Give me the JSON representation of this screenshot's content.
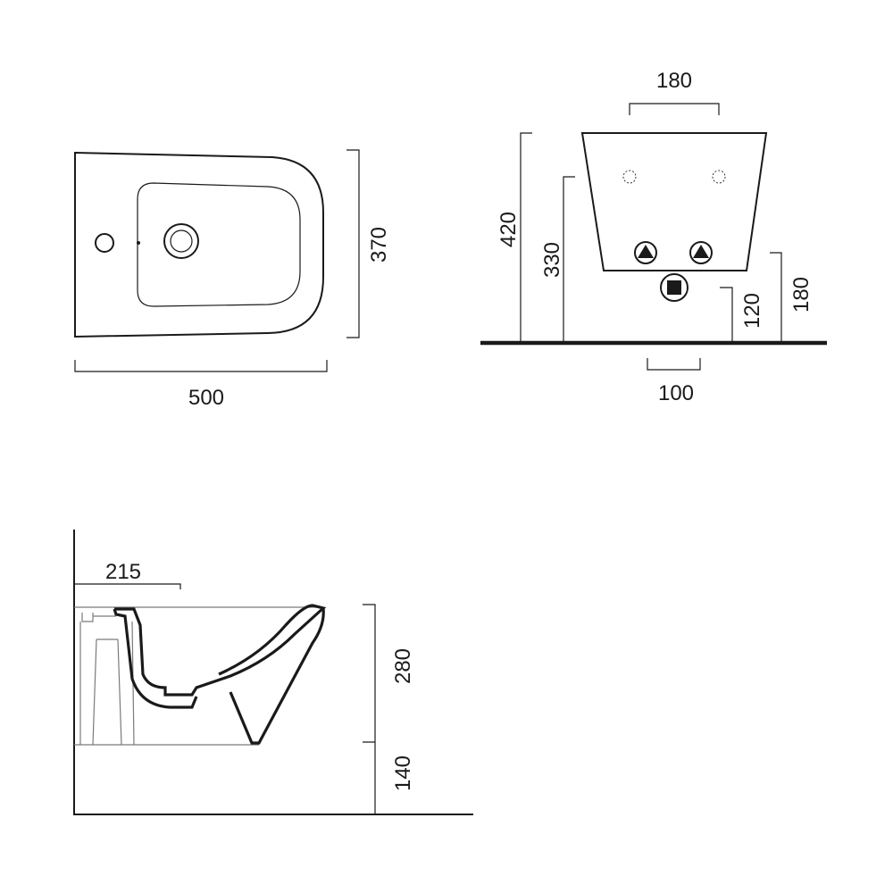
{
  "top_view": {
    "length_label": "500",
    "width_label": "370"
  },
  "rear_view": {
    "hole_spacing_label": "180",
    "total_height_label": "420",
    "fixing_height_label": "330",
    "waste_offset_label": "180",
    "waste_height_label": "120",
    "waste_width_label": "100"
  },
  "side_view": {
    "tap_offset_label": "215",
    "bowl_height_label": "280",
    "floor_clearance_label": "140"
  },
  "colors": {
    "ink": "#1a1a1a",
    "paper": "#ffffff"
  }
}
